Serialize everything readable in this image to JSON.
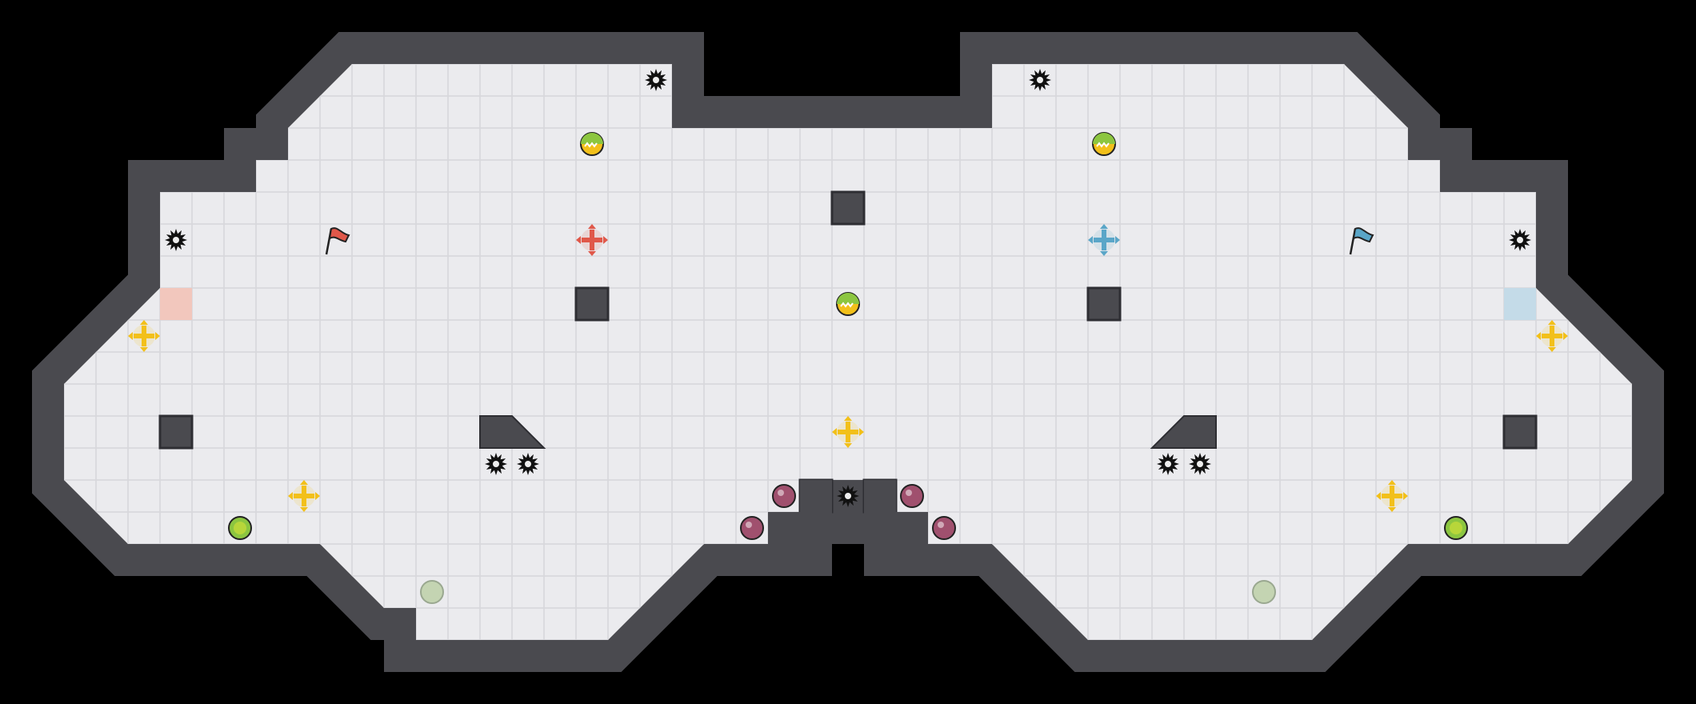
{
  "map": {
    "theme": {
      "background": "#000000",
      "floor": "#ebebee",
      "grid_line": "#d6d6da",
      "wall": "#4a4a4f",
      "wall_dark": "#2e2e33",
      "red_team": "#e0584a",
      "blue_team": "#5aa6c8",
      "red_spawn_tint": "#f2c7bd",
      "blue_spawn_tint": "#c4dbe8",
      "boost_yellow": "#f2c01a",
      "powerup_green": "#8cc640",
      "bomb_purple": "#a0506e",
      "gate_green": "#b9cc72",
      "dim_green": "#c4d4b2"
    },
    "flags": [
      {
        "team": "red",
        "icon": "red-flag-icon"
      },
      {
        "team": "blue",
        "icon": "blue-flag-icon"
      }
    ],
    "entity_types": [
      "spike-icon",
      "boost-icon",
      "team-boost-icon",
      "powerup-icon",
      "bomb-icon",
      "button-icon",
      "gate-marker-icon",
      "flag-icon",
      "spawn-tile"
    ]
  }
}
